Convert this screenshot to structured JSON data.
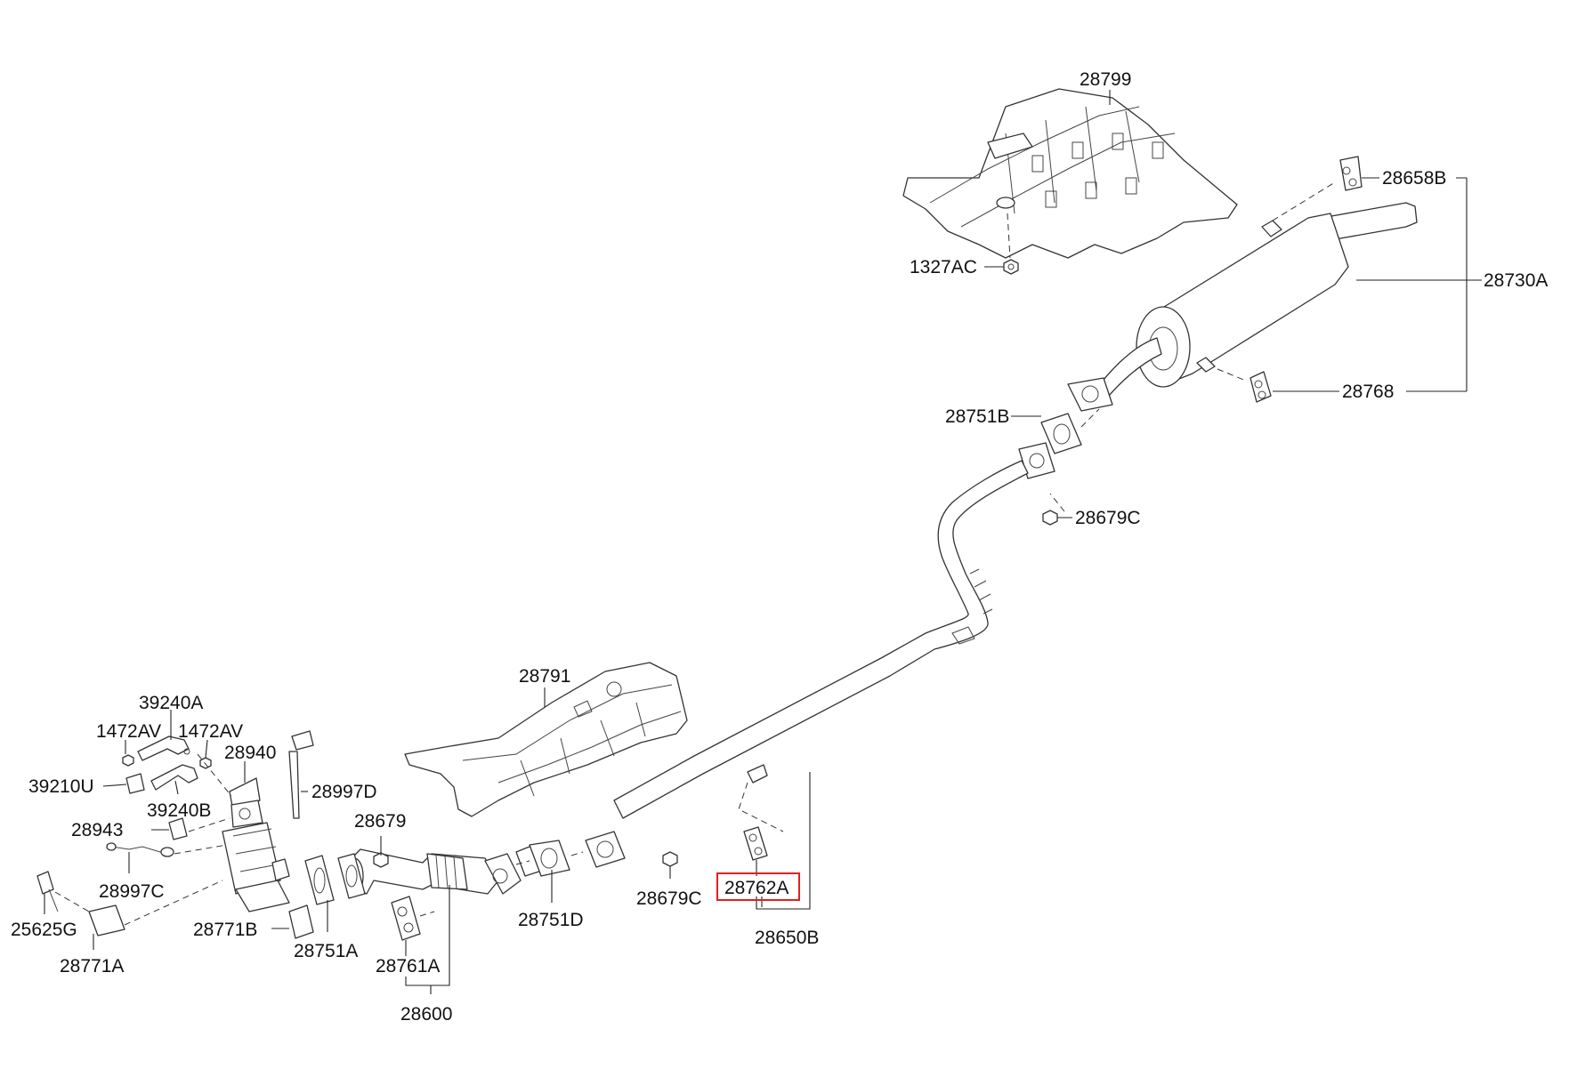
{
  "diagram": {
    "highlight_color": "#e02020",
    "labels": {
      "p28799": "28799",
      "p28658B": "28658B",
      "p1327AC": "1327AC",
      "p28730A": "28730A",
      "p28768": "28768",
      "p28751B": "28751B",
      "p28679C_top": "28679C",
      "p28791": "28791",
      "p39240A": "39240A",
      "p1472AV_left": "1472AV",
      "p1472AV_right": "1472AV",
      "p28940": "28940",
      "p39210U": "39210U",
      "p39240B": "39240B",
      "p28997D": "28997D",
      "p28943": "28943",
      "p28679": "28679",
      "p28997C": "28997C",
      "p28751D": "28751D",
      "p28679C_bottom": "28679C",
      "p28762A": "28762A",
      "p25625G": "25625G",
      "p28771B": "28771B",
      "p28751A": "28751A",
      "p28650B": "28650B",
      "p28771A": "28771A",
      "p28761A": "28761A",
      "p28600": "28600"
    },
    "highlighted_part": "28762A"
  }
}
